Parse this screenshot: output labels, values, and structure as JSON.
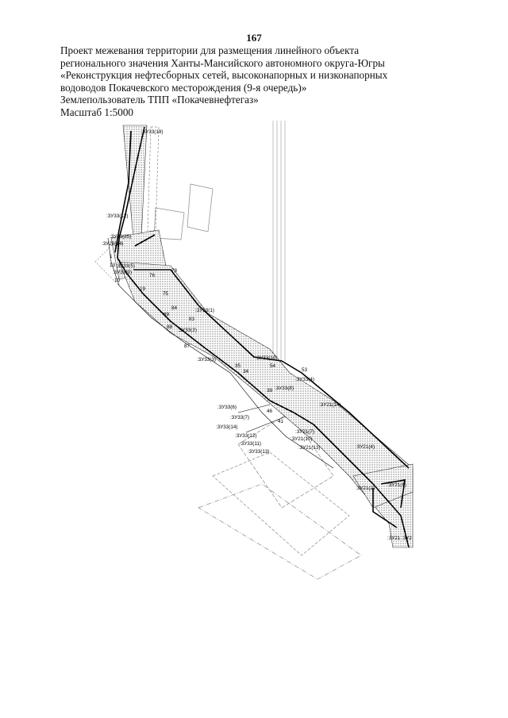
{
  "page_number": "167",
  "header": {
    "line1": "Проект межевания территории для размещения линейного объекта",
    "line2": "регионального значения Ханты-Мансийского автономного округа-Югры",
    "line3": "«Реконструкция нефтесборных сетей, высоконапорных и низконапорных",
    "line4": "водоводов Покачевского месторождения (9-я очередь)»",
    "landowner": "Землепользователь ТПП «Покачевнефтегаз»",
    "scale": "Масштаб 1:5000"
  },
  "map": {
    "labels": [
      ":3У33(19)",
      ":3У33(12)",
      ":3У23(25)",
      ":3У28(14)",
      "1",
      "13",
      ":3У33(5)",
      ":3У33(9)",
      "10",
      "76",
      "78",
      "19",
      "75",
      "84",
      ":3У33(1)",
      "83",
      "89",
      "88",
      ":3У33(2)",
      "87",
      ":3У33(3)",
      "54",
      ":3У33(10)",
      "35",
      "34",
      "53",
      ":3У33(4)",
      "39",
      ":3У33(8)",
      ":3У33(6)",
      ":3У21(14)",
      ":3У33(7)",
      "46",
      ":3У33(14)",
      "41",
      ":3У21(7)",
      ":3У33(12)",
      ":3У33(11)",
      ":3У21(10)",
      ":3У33(13)",
      ":3У21(13)",
      ":3У21(4)",
      ":3У21(2)",
      ":3У21(8)",
      ":3У21",
      ":3У2"
    ]
  },
  "colors": {
    "ink": "#111111",
    "hatch": "#9a9a9a",
    "boundary": "#666666"
  }
}
